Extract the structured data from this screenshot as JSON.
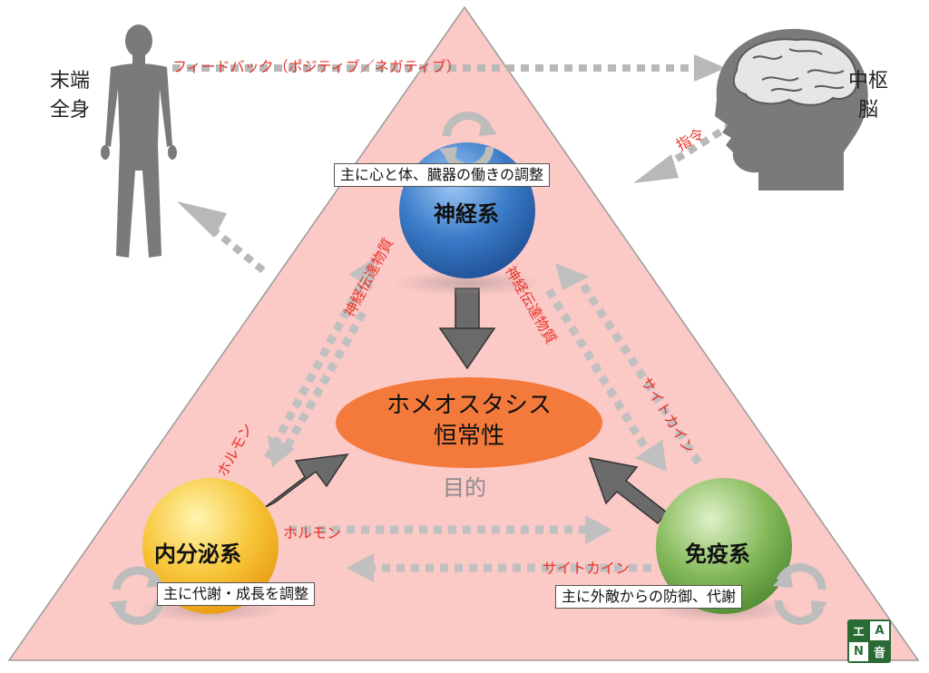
{
  "labels": {
    "periphery": [
      "末端",
      "全身"
    ],
    "center": [
      "中枢",
      "脳"
    ],
    "feedback": "フィードバック（ポジティブ／ネガティブ）",
    "command": "指令",
    "nervous": "神経系",
    "nervous_desc": "主に心と体、臓器の働きの調整",
    "endocrine": "内分泌系",
    "endocrine_desc": "主に代謝・成長を調整",
    "immune": "免疫系",
    "immune_desc": "主に外敵からの防御、代謝",
    "homeostasis": [
      "ホメオスタシス",
      "恒常性"
    ],
    "goal": "目的",
    "neurotransmitter_left": "神経伝達物質",
    "neurotransmitter_right": "神経伝達物質",
    "hormone_left": "ホルモン",
    "hormone_bottom": "ホルモン",
    "cytokine_right": "サイトカイン",
    "cytokine_bottom": "サイトカイン"
  },
  "logo": {
    "cells": [
      "エ",
      "A",
      "N",
      "音"
    ]
  },
  "colors": {
    "triangle": "#fbc8c5",
    "nervous": "#3a7bc8",
    "endocrine": "#f5b82a",
    "immune": "#78b24e",
    "ellipse": "#f47a3c",
    "arrow_gray": "#b0b0b0",
    "label_red": "#e8352b"
  }
}
